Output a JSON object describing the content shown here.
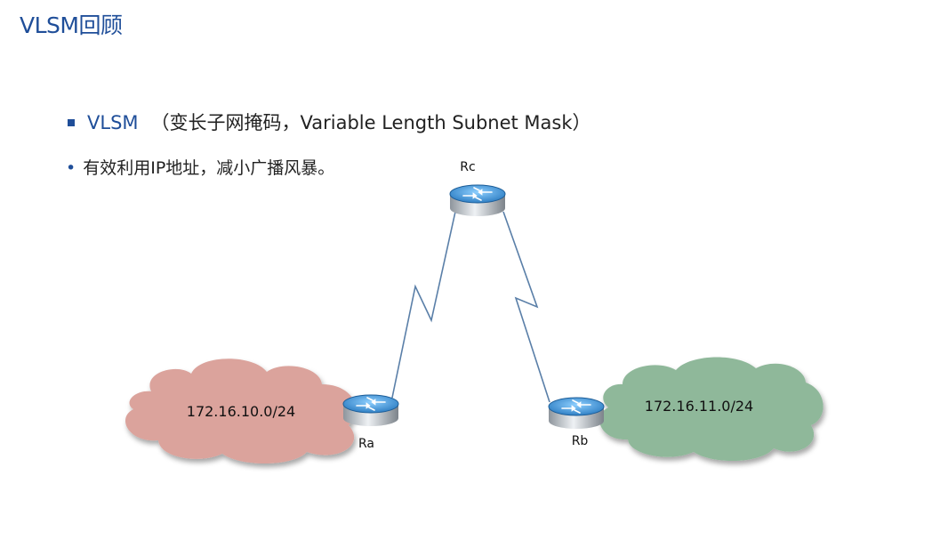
{
  "slide": {
    "title": "VLSM回顾",
    "bullet": {
      "key": "VLSM",
      "description": "（变长子网掩码，Variable Length Subnet Mask）"
    },
    "sub_bullet": {
      "marker": "•",
      "text": "有效利用IP地址，减小广播风暴。"
    }
  },
  "diagram": {
    "networks": [
      {
        "id": "net-a",
        "label": "172.16.10.0/24",
        "color": "#dba39c"
      },
      {
        "id": "net-b",
        "label": "172.16.11.0/24",
        "color": "#8fb89a"
      }
    ],
    "routers": [
      {
        "id": "ra",
        "label": "Ra"
      },
      {
        "id": "rb",
        "label": "Rb"
      },
      {
        "id": "rc",
        "label": "Rc"
      }
    ],
    "links": [
      {
        "from": "Ra",
        "to": "Rc",
        "type": "serial"
      },
      {
        "from": "Rb",
        "to": "Rc",
        "type": "serial"
      }
    ],
    "colors": {
      "accent": "#1f4e99",
      "link": "#5a7fa8"
    }
  }
}
